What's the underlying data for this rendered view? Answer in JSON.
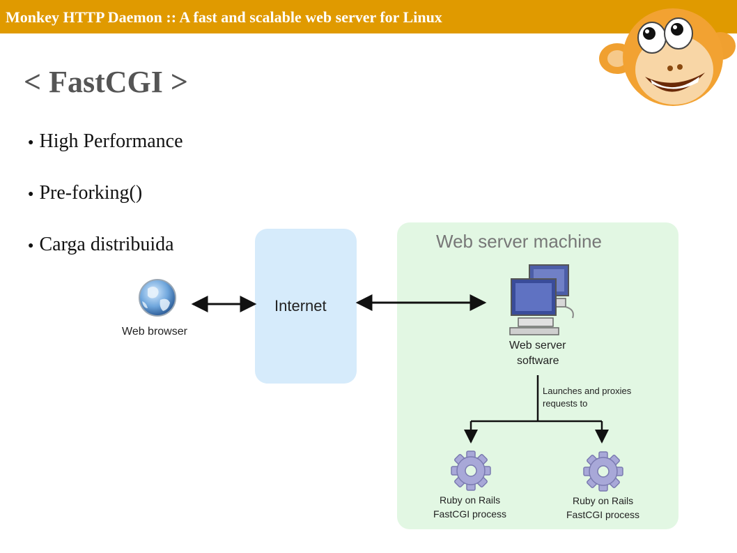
{
  "header": {
    "title": "Monkey HTTP Daemon :: A fast and scalable web server for Linux"
  },
  "slide": {
    "title": "< FastCGI >",
    "bullets": [
      "High Performance",
      "Pre-forking()",
      "Carga distribuida"
    ]
  },
  "diagram": {
    "web_browser_label": "Web browser",
    "internet_label": "Internet",
    "server_machine_title": "Web server machine",
    "server_software_line1": "Web server",
    "server_software_line2": "software",
    "edge_label_line1": "Launches and proxies",
    "edge_label_line2": "requests to",
    "process_left_line1": "Ruby on Rails",
    "process_left_line2": "FastCGI process",
    "process_right_line1": "Ruby on Rails",
    "process_right_line2": "FastCGI process"
  },
  "colors": {
    "header_bar": "#e09a00",
    "internet_box": "#d6ebfb",
    "server_box": "#e2f7e3",
    "gear": "#a8a8d8"
  }
}
